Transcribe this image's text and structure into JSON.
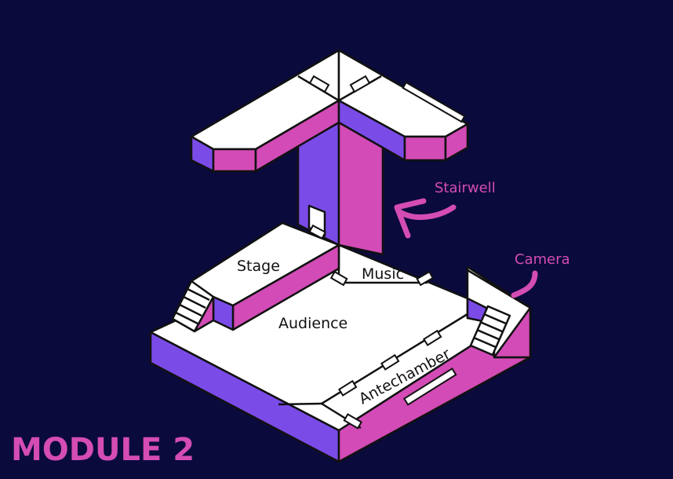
{
  "module_title": "MODULE 2",
  "rooms": {
    "stage": "Stage",
    "music": "Music",
    "audience": "Audience",
    "antechamber": "Antechamber"
  },
  "callouts": {
    "stairwell": "Stairwell",
    "camera": "Camera"
  },
  "colors": {
    "background": "#0a0a3c",
    "violet": "#7b4be8",
    "magenta": "#d24bb6",
    "floor": "#ffffff",
    "accent_text": "#d44cb4"
  }
}
